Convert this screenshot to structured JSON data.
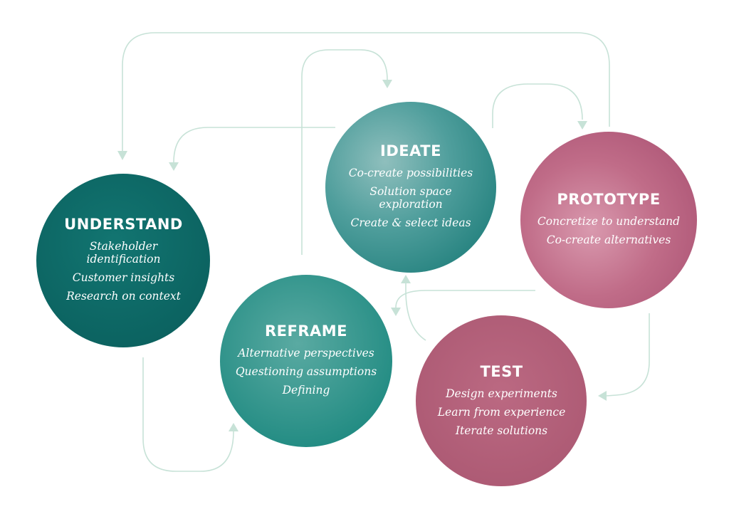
{
  "colors": {
    "teal_dark": "#0f6b68",
    "teal_light": "#4f9e9c",
    "teal_mid": "#2f8f88",
    "pink_light": "#c06c88",
    "pink": "#b2607a",
    "arrow": "#c7e2d7"
  },
  "nodes": {
    "understand": {
      "title": "UNDERSTAND",
      "items": [
        "Stakeholder identification",
        "Customer insights",
        "Research on context"
      ]
    },
    "ideate": {
      "title": "IDEATE",
      "items": [
        "Co-create possibilities",
        "Solution space exploration",
        "Create & select ideas"
      ]
    },
    "prototype": {
      "title": "PROTOTYPE",
      "items": [
        "Concretize to understand",
        "Co-create alternatives"
      ]
    },
    "reframe": {
      "title": "REFRAME",
      "items": [
        "Alternative perspectives",
        "Questioning assumptions",
        "Defining"
      ]
    },
    "test": {
      "title": "TEST",
      "items": [
        "Design experiments",
        "Learn from experience",
        "Iterate solutions"
      ]
    }
  }
}
